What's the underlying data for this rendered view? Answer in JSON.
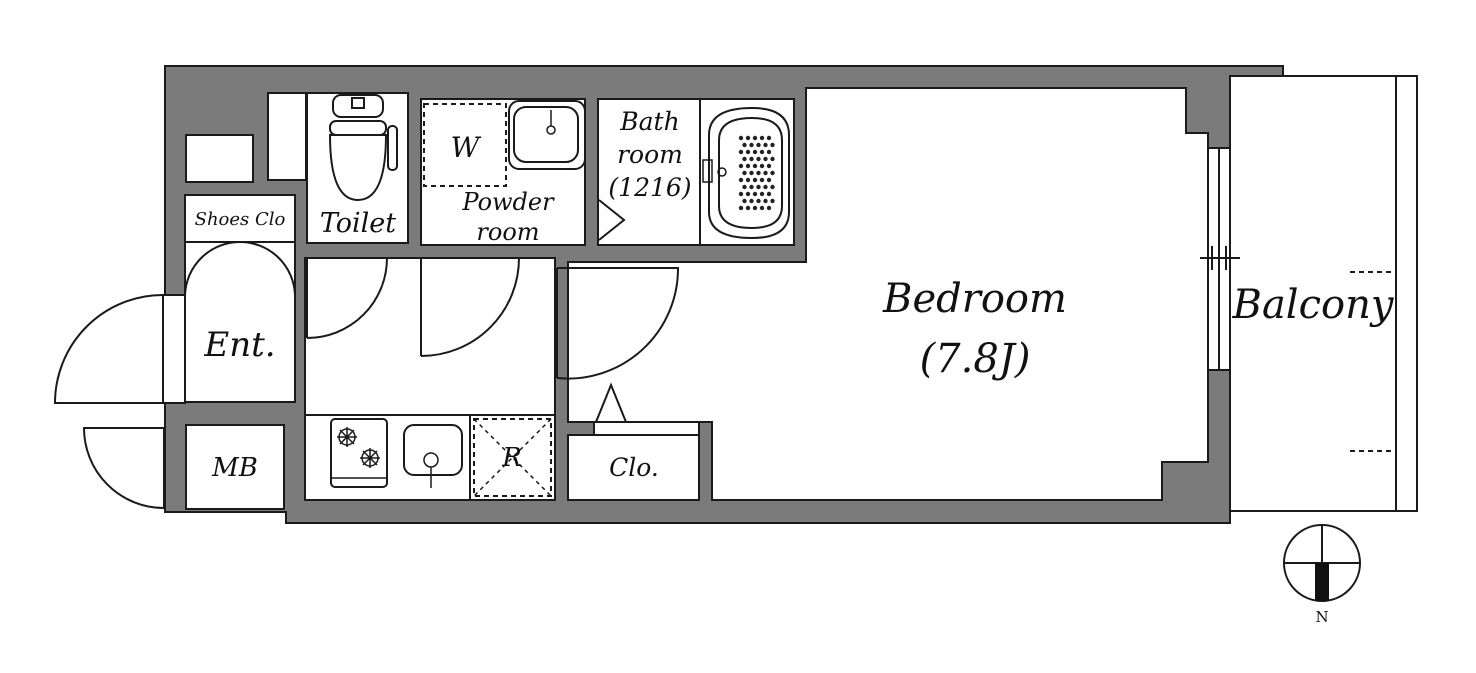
{
  "rooms": {
    "toilet": "Toilet",
    "washer": "W",
    "powder_line1": "Powder",
    "powder_line2": "room",
    "bath_line1": "Bath",
    "bath_line2": "room",
    "bath_size": "(1216)",
    "bedroom": "Bedroom",
    "bedroom_size": "(7.8J)",
    "balcony": "Balcony",
    "shoes_closet": "Shoes Clo",
    "entrance": "Ent.",
    "meter_box": "MB",
    "refrigerator": "R",
    "closet": "Clo."
  },
  "compass": {
    "north": "N"
  },
  "colors": {
    "wall": "#7b7b7b",
    "line": "#1a1a1a",
    "floor": "#ffffff"
  }
}
